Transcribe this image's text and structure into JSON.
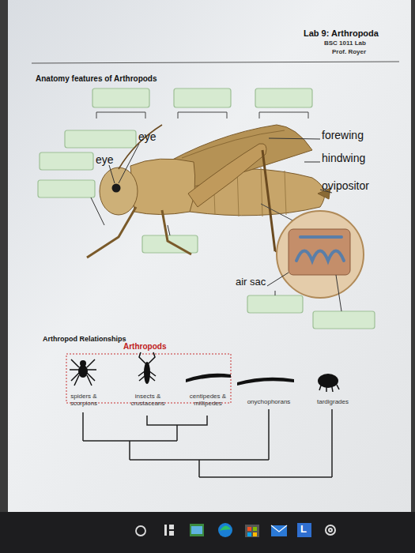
{
  "diagram": {
    "title": "Lab 9: Arthropoda",
    "labels": [
      "BSC 1011 Lab",
      "Prof. Royer",
      "Anatomy features of Arthropods",
      "eye",
      "eye",
      "forewing",
      "hindwing",
      "ovipositor",
      "air sac",
      "Arthropod Relationships",
      "Arthropods",
      "spiders & scorpions",
      "insects & crustaceans",
      "centipedes & millipedes",
      "onychophorans",
      "tardigrades",
      "L"
    ]
  }
}
